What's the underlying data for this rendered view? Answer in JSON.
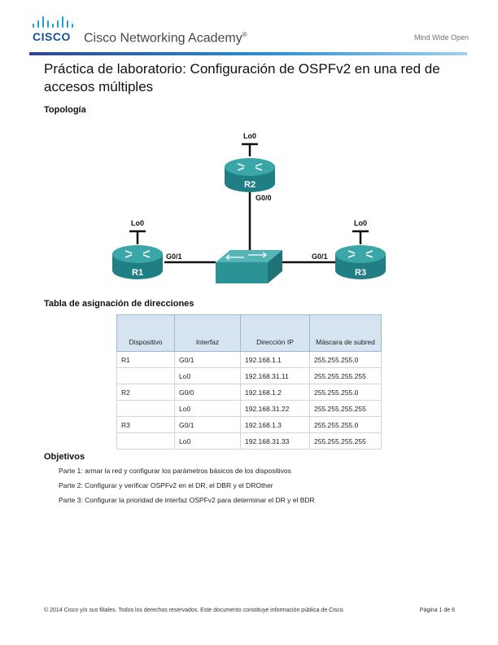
{
  "header": {
    "brand_word": "CISCO",
    "product": "Cisco Networking Academy",
    "trademark": "®",
    "tagline": "Mind Wide Open",
    "colors": {
      "bars": "#1ba0d7",
      "brand": "#1b4f9e",
      "rule_start": "#2d4793",
      "rule_end": "#a3d0ee"
    }
  },
  "title": "Práctica de laboratorio: Configuración de OSPFv2 en una red de accesos múltiples",
  "sections": {
    "topology": "Topología",
    "addressing": "Tabla de asignación de direcciones",
    "objectives": "Objetivos"
  },
  "topology": {
    "routers": [
      {
        "name": "R1",
        "loopback": "Lo0",
        "interface": "G0/1"
      },
      {
        "name": "R2",
        "loopback": "Lo0",
        "interface": "G0/0"
      },
      {
        "name": "R3",
        "loopback": "Lo0",
        "interface": "G0/1"
      }
    ],
    "colors": {
      "router_top": "#3aa6a8",
      "router_side": "#1f7f84",
      "switch": "#2b9396"
    }
  },
  "address_table": {
    "headers": [
      "Dispositivo",
      "Interfaz",
      "Dirección IP",
      "Máscara de subred"
    ],
    "rows": [
      [
        "R1",
        "G0/1",
        "192.168.1.1",
        "255.255.255.0"
      ],
      [
        "",
        "Lo0",
        "192.168.31.11",
        "255.255.255.255"
      ],
      [
        "R2",
        "G0/0",
        "192.168.1.2",
        "255.255.255.0"
      ],
      [
        "",
        "Lo0",
        "192.168.31.22",
        "255.255.255.255"
      ],
      [
        "R3",
        "G0/1",
        "192.168.1.3",
        "255.255.255.0"
      ],
      [
        "",
        "Lo0",
        "192.168.31.33",
        "255.255.255.255"
      ]
    ]
  },
  "objectives": [
    "Parte 1: armar la red y configurar los parámetros básicos de los dispositivos",
    "Parte 2: Configurar y verificar OSPFv2 en el DR, el DBR y el DROther",
    "Parte 3: Configurar la prioridad de interfaz OSPFv2 para determinar el DR y el BDR"
  ],
  "footer": {
    "copyright": "© 2014 Cisco y/o sus filiales. Todos los derechos reservados. Este documento constituye información pública de Cisco.",
    "page": "Página 1 de 6"
  }
}
